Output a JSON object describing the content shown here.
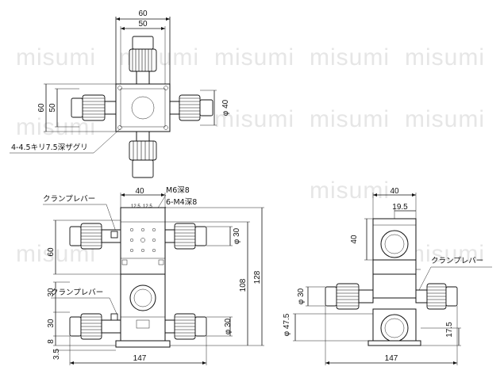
{
  "watermark": "misumi",
  "top_view": {
    "dim_width_outer": "60",
    "dim_width_inner": "50",
    "dim_height_outer": "60",
    "dim_height_inner": "50",
    "dim_diameter": "φ 40",
    "hole_note": "4-4.5キリ7.5深ザグリ"
  },
  "front_view": {
    "dim_top_width": "40",
    "tap_note_1": "M6深8",
    "tap_note_2": "6-M4深8",
    "pitch_labels": [
      "12.5",
      "12.5"
    ],
    "clamp_lever_label_1": "クランプレバー",
    "clamp_lever_label_2": "クランプレバー",
    "dim_left_60": "60",
    "dim_left_30a": "30",
    "dim_left_30b": "30",
    "dim_left_8": "8",
    "dim_left_35": "3.5",
    "dim_right_108": "108",
    "dim_right_128": "128",
    "dim_phi30_top": "φ 30",
    "dim_phi30_bottom": "φ 30",
    "dim_bottom_147": "147"
  },
  "side_view": {
    "dim_top_40": "40",
    "dim_top_195": "19.5",
    "dim_left_40": "40",
    "clamp_lever_label": "クランプレバー",
    "dim_phi30": "φ 30",
    "dim_phi475": "φ 47.5",
    "dim_right_175": "17.5",
    "dim_bottom_147": "147"
  }
}
